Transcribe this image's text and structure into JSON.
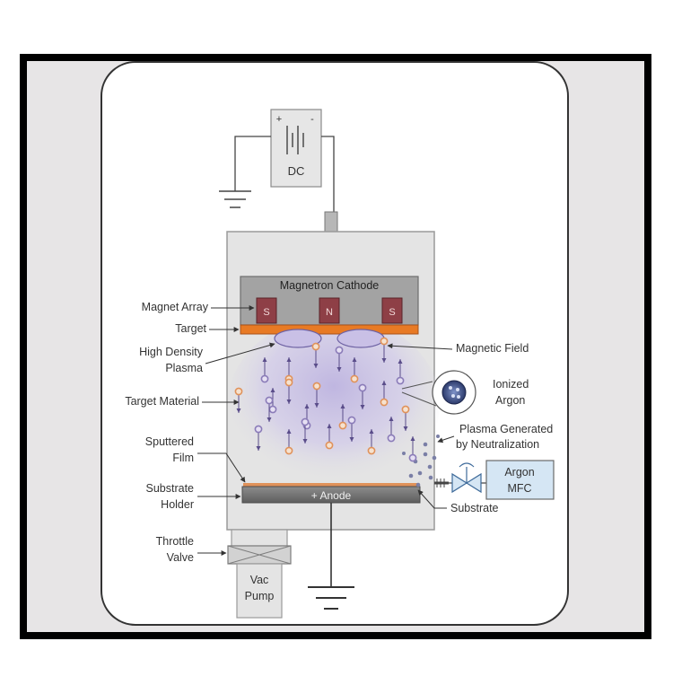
{
  "diagram": {
    "power": {
      "label": "DC",
      "plus": "+",
      "minus": "-"
    },
    "cathode": {
      "label": "Magnetron Cathode"
    },
    "magnets": [
      {
        "label": "S"
      },
      {
        "label": "N"
      },
      {
        "label": "S"
      }
    ],
    "anode": {
      "label": "+ Anode"
    },
    "pump": {
      "line1": "Vac",
      "line2": "Pump"
    },
    "mfc": {
      "line1": "Argon",
      "line2": "MFC"
    },
    "labels_left": {
      "magnet_array": "Magnet Array",
      "target": "Target",
      "plasma_line1": "High Density",
      "plasma_line2": "Plasma",
      "target_material": "Target Material",
      "film_line1": "Sputtered",
      "film_line2": "Film",
      "holder_line1": "Substrate",
      "holder_line2": "Holder",
      "valve_line1": "Throttle",
      "valve_line2": "Valve"
    },
    "labels_right": {
      "magnetic_field": "Magnetic Field",
      "ionized_line1": "Ionized",
      "ionized_line2": "Argon",
      "neutral_line1": "Plasma Generated",
      "neutral_line2": "by Neutralization",
      "substrate": "Substrate"
    },
    "colors": {
      "outer_border": "#000000",
      "panel_bg": "#e7e5e6",
      "chamber": "#e3e3e3",
      "cathode": "#9a9a9a",
      "magnet": "#8a3d44",
      "target": "#e87a24",
      "plasma": "#a89ad4",
      "ion_orange": "#e0925a",
      "ion_purple": "#8a7bb8"
    }
  }
}
